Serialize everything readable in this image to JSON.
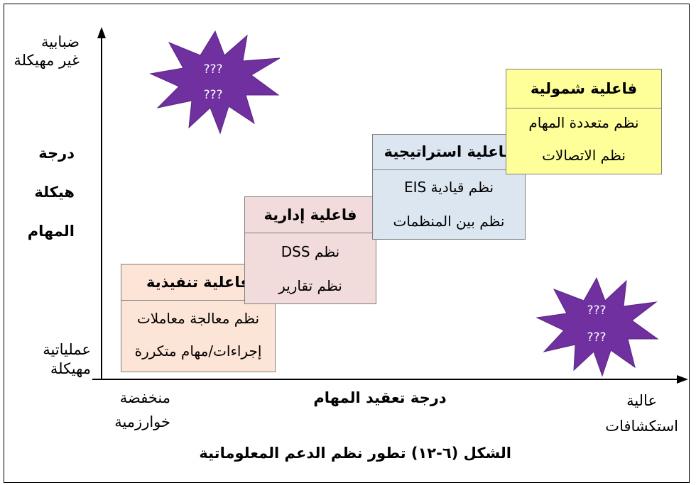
{
  "y_axis": {
    "top_labels": [
      "ضبابية",
      "غير مهيكلة"
    ],
    "title_lines": [
      "درجة",
      "هيكلة",
      "المهام"
    ],
    "bottom_labels": [
      "عملياتية",
      "مهيكلة"
    ]
  },
  "x_axis": {
    "title": "درجة تعقيد المهام",
    "left_labels": [
      "منخفضة",
      "خوارزمية"
    ],
    "right_labels": [
      "عالية",
      "استكشافات"
    ]
  },
  "boxes": [
    {
      "title": "فاعلية تنفيذية",
      "lines": [
        "نظم معالجة معاملات",
        "إجراءات/مهام متكررة"
      ],
      "color": "#fce4d6"
    },
    {
      "title": "فاعلية إدارية",
      "lines": [
        "نظم DSS",
        "نظم تقارير"
      ],
      "color": "#f2dcdb"
    },
    {
      "title": "فاعلية استراتيجية",
      "lines": [
        "نظم قيادية EIS",
        "نظم بين المنظمات"
      ],
      "color": "#dce6f1"
    },
    {
      "title": "فاعلية شمولية",
      "lines": [
        "نظم متعددة المهام",
        "نظم الاتصالات"
      ],
      "color": "#ffff99"
    }
  ],
  "stars": [
    {
      "line1": "???",
      "line2": "???",
      "color": "#7030a0"
    },
    {
      "line1": "???",
      "line2": "???",
      "color": "#7030a0"
    }
  ],
  "caption": "الشكل (٦-١٢) تطور نظم الدعم المعلوماتية"
}
